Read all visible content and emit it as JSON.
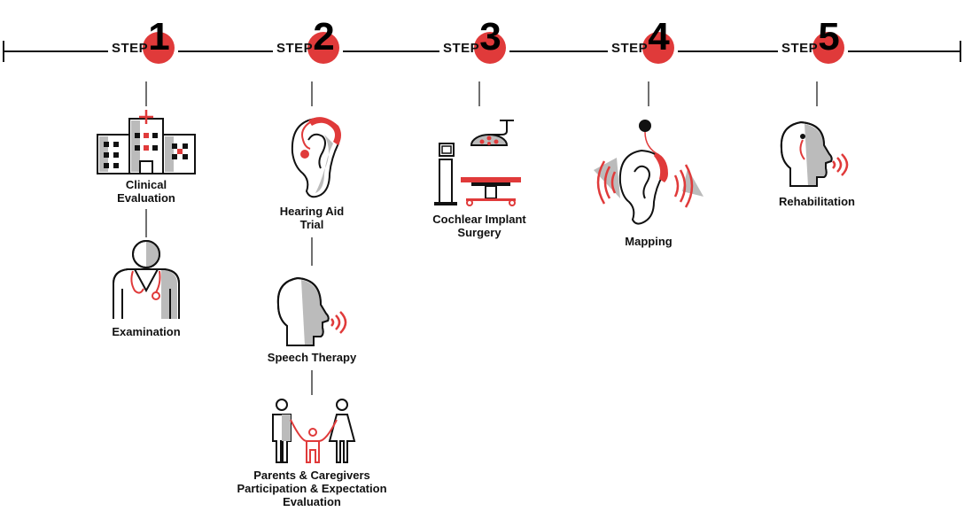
{
  "steps": [
    {
      "word": "STEP",
      "number": "1"
    },
    {
      "word": "STEP",
      "number": "2"
    },
    {
      "word": "STEP",
      "number": "3"
    },
    {
      "word": "STEP",
      "number": "4"
    },
    {
      "word": "STEP",
      "number": "5"
    }
  ],
  "items": {
    "clinical_evaluation": [
      "Clinical",
      "Evaluation"
    ],
    "examination": [
      "Examination"
    ],
    "hearing_aid_trial": [
      "Hearing Aid",
      "Trial"
    ],
    "speech_therapy": [
      "Speech Therapy"
    ],
    "parents_caregivers": [
      "Parents & Caregivers",
      "Participation & Expectation",
      "Evaluation"
    ],
    "cochlear_implant_surgery": [
      "Cochlear Implant",
      "Surgery"
    ],
    "mapping": [
      "Mapping"
    ],
    "rehabilitation": [
      "Rehabilitation"
    ]
  },
  "colors": {
    "accent": "#e03a3a",
    "line": "#111111",
    "gray": "#bfbfbf"
  }
}
